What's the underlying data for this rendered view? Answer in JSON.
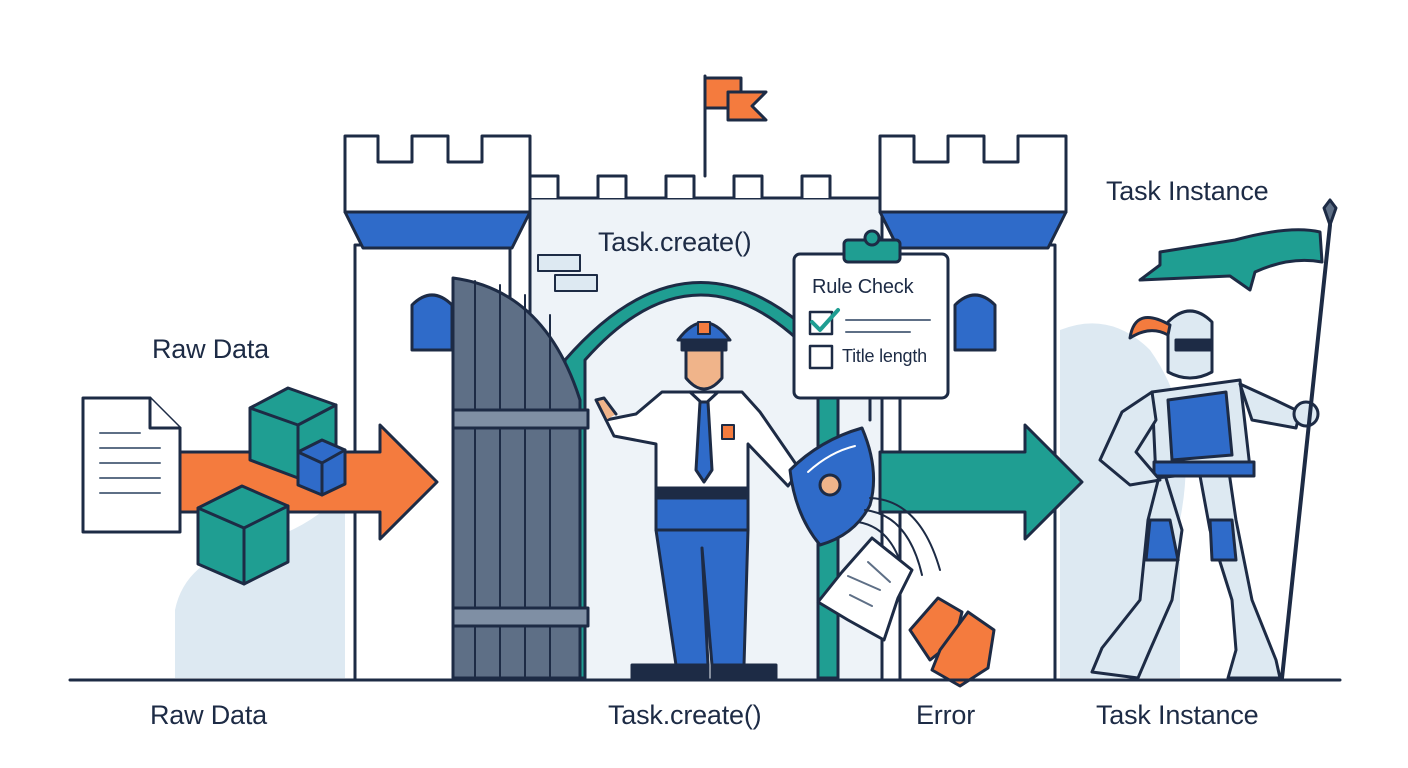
{
  "labels": {
    "raw_data_top": "Raw Data",
    "task_create_top": "Task.create()",
    "task_instance_top": "Task Instance",
    "raw_data_bottom": "Raw Data",
    "task_create_bottom": "Task.create()",
    "error_bottom": "Error",
    "task_instance_bottom": "Task Instance"
  },
  "checklist": {
    "title": "Rule Check",
    "items": [
      {
        "text": "",
        "checked": true
      },
      {
        "text": "Title length",
        "checked": false
      }
    ]
  },
  "colors": {
    "outline": "#1d2b45",
    "blue": "#2f6bc9",
    "teal": "#1f9e92",
    "orange": "#f47b3e",
    "light_blue": "#dde9f2",
    "gate_gray": "#5e6f86"
  }
}
